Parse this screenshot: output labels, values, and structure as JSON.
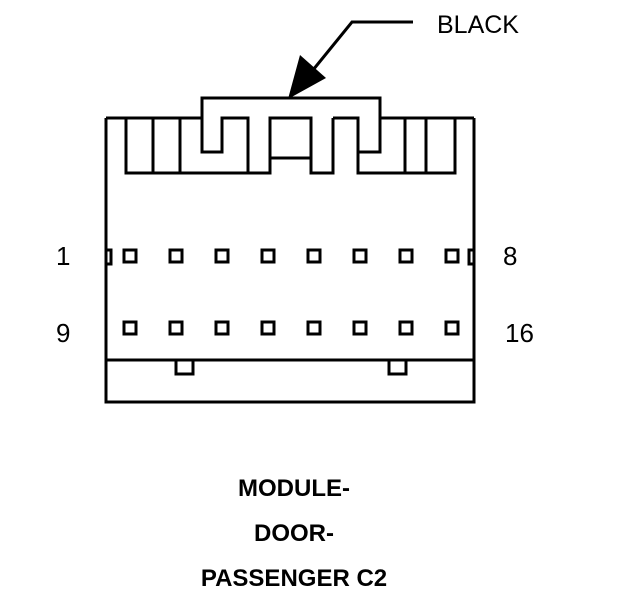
{
  "connector": {
    "color_label": "BLACK",
    "cavities_per_row": 8,
    "rows": 2
  },
  "pin_labels": {
    "row1_start": "1",
    "row1_end": "8",
    "row2_start": "9",
    "row2_end": "16"
  },
  "title": {
    "line1": "MODULE-",
    "line2": "DOOR-",
    "line3": "PASSENGER C2"
  },
  "colors": {
    "stroke": "#000000",
    "background": "#ffffff"
  }
}
